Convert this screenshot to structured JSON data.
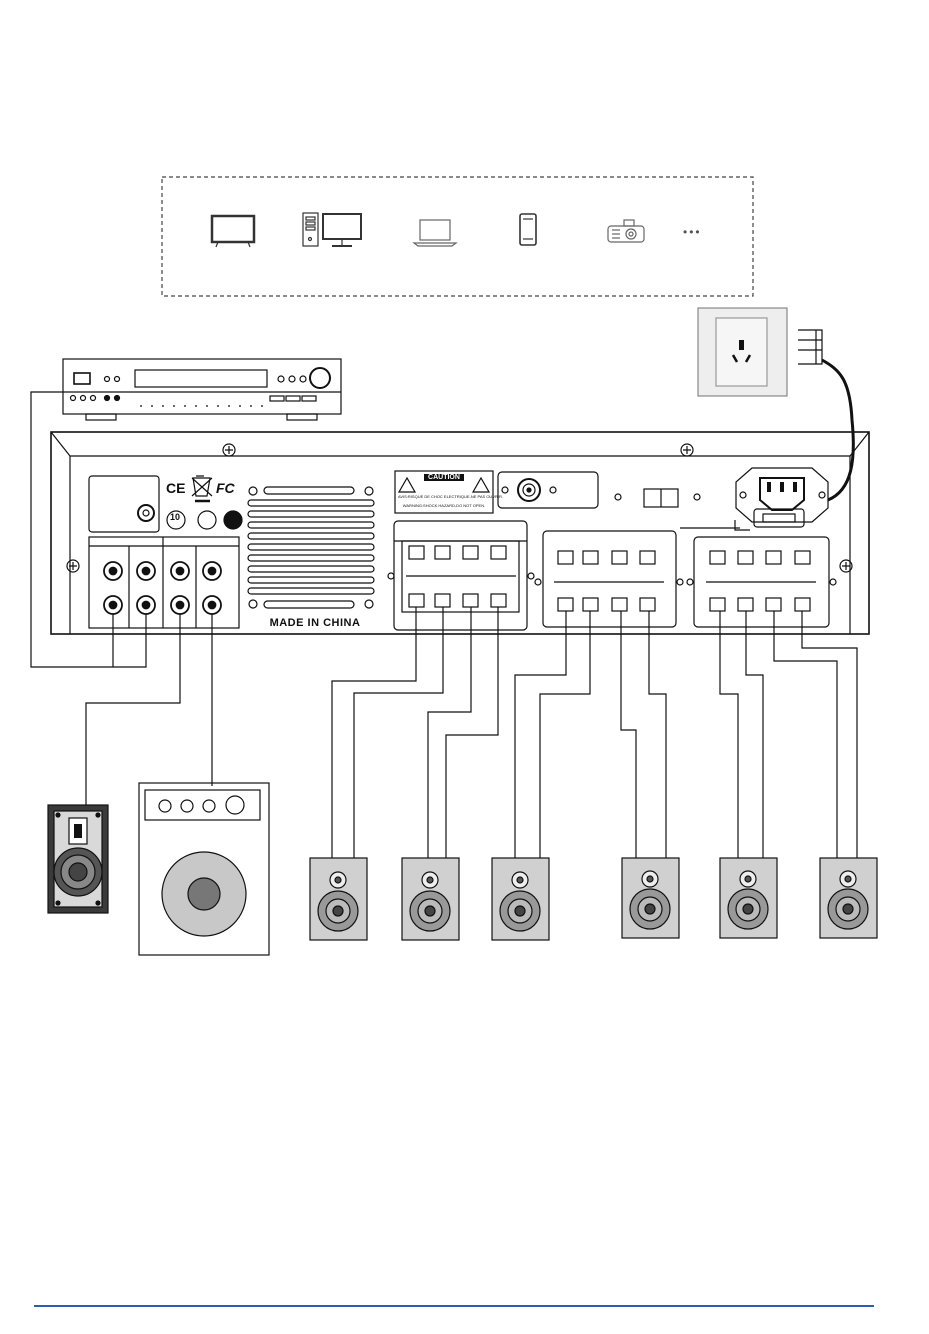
{
  "amplifier": {
    "made_in": "MADE IN CHINA",
    "cert_ce": "CE",
    "cert_fc": "FC",
    "cert_ten": "10",
    "caution_title": "CAUTION",
    "caution_text_fr": "AVIS:RISQUE DE CHOC ELECTRIQUE-NE PAS OUVRIR.",
    "caution_text_en": "WARNING:SHOCK HAZARD-DO NOT OPEN."
  },
  "sources": {
    "icons": [
      "tv-icon",
      "desktop-computer-icon",
      "laptop-icon",
      "smartphone-icon",
      "projector-icon"
    ],
    "more": "•••"
  },
  "colors": {
    "line": "#111111",
    "accent": "#2a5fb0",
    "grey_fill": "#bfbfbf",
    "panel_fill": "#eeeeee"
  }
}
